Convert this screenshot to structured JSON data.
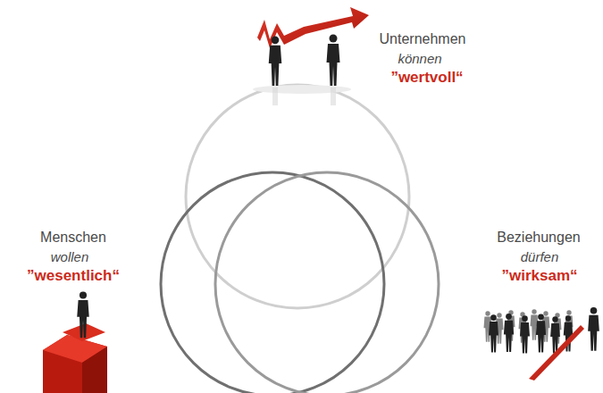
{
  "diagram": {
    "labels": [
      "Unternehmen",
      "können",
      "”wertvoll“",
      "Menschen",
      "wollen",
      "”wesentlich“",
      "Beziehungen",
      "dürfen",
      "”wirksam“"
    ]
  }
}
